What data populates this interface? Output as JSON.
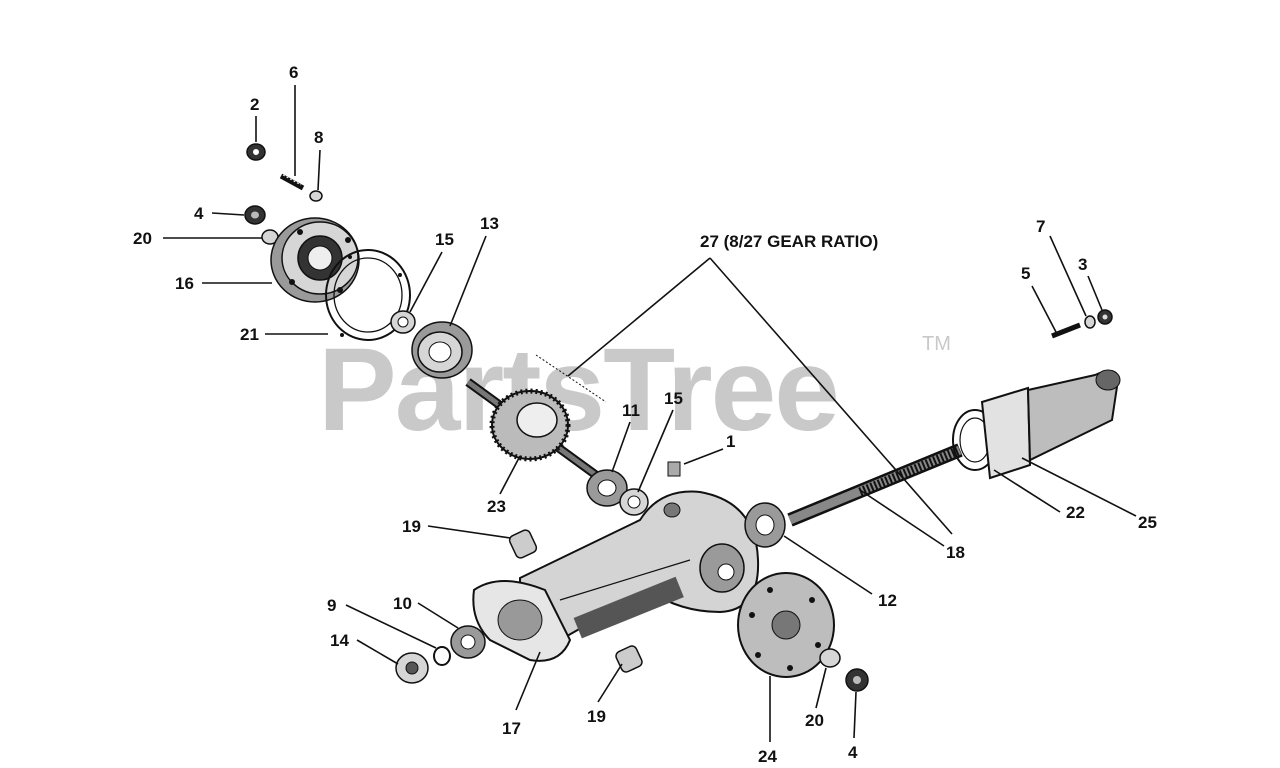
{
  "watermark": {
    "text": "PartsTree",
    "trademark": "TM"
  },
  "title_callout": "27 (8/27 GEAR RATIO)",
  "callouts": [
    {
      "id": "c2",
      "label": "2"
    },
    {
      "id": "c6",
      "label": "6"
    },
    {
      "id": "c8",
      "label": "8"
    },
    {
      "id": "c4a",
      "label": "4"
    },
    {
      "id": "c20a",
      "label": "20"
    },
    {
      "id": "c16",
      "label": "16"
    },
    {
      "id": "c21",
      "label": "21"
    },
    {
      "id": "c15a",
      "label": "15"
    },
    {
      "id": "c13",
      "label": "13"
    },
    {
      "id": "c11",
      "label": "11"
    },
    {
      "id": "c15b",
      "label": "15"
    },
    {
      "id": "c1",
      "label": "1"
    },
    {
      "id": "c23",
      "label": "23"
    },
    {
      "id": "c19a",
      "label": "19"
    },
    {
      "id": "c9",
      "label": "9"
    },
    {
      "id": "c10",
      "label": "10"
    },
    {
      "id": "c14",
      "label": "14"
    },
    {
      "id": "c17",
      "label": "17"
    },
    {
      "id": "c19b",
      "label": "19"
    },
    {
      "id": "c24",
      "label": "24"
    },
    {
      "id": "c20b",
      "label": "20"
    },
    {
      "id": "c4b",
      "label": "4"
    },
    {
      "id": "c12",
      "label": "12"
    },
    {
      "id": "c18",
      "label": "18"
    },
    {
      "id": "c22",
      "label": "22"
    },
    {
      "id": "c25",
      "label": "25"
    },
    {
      "id": "c5",
      "label": "5"
    },
    {
      "id": "c7",
      "label": "7"
    },
    {
      "id": "c3",
      "label": "3"
    }
  ]
}
